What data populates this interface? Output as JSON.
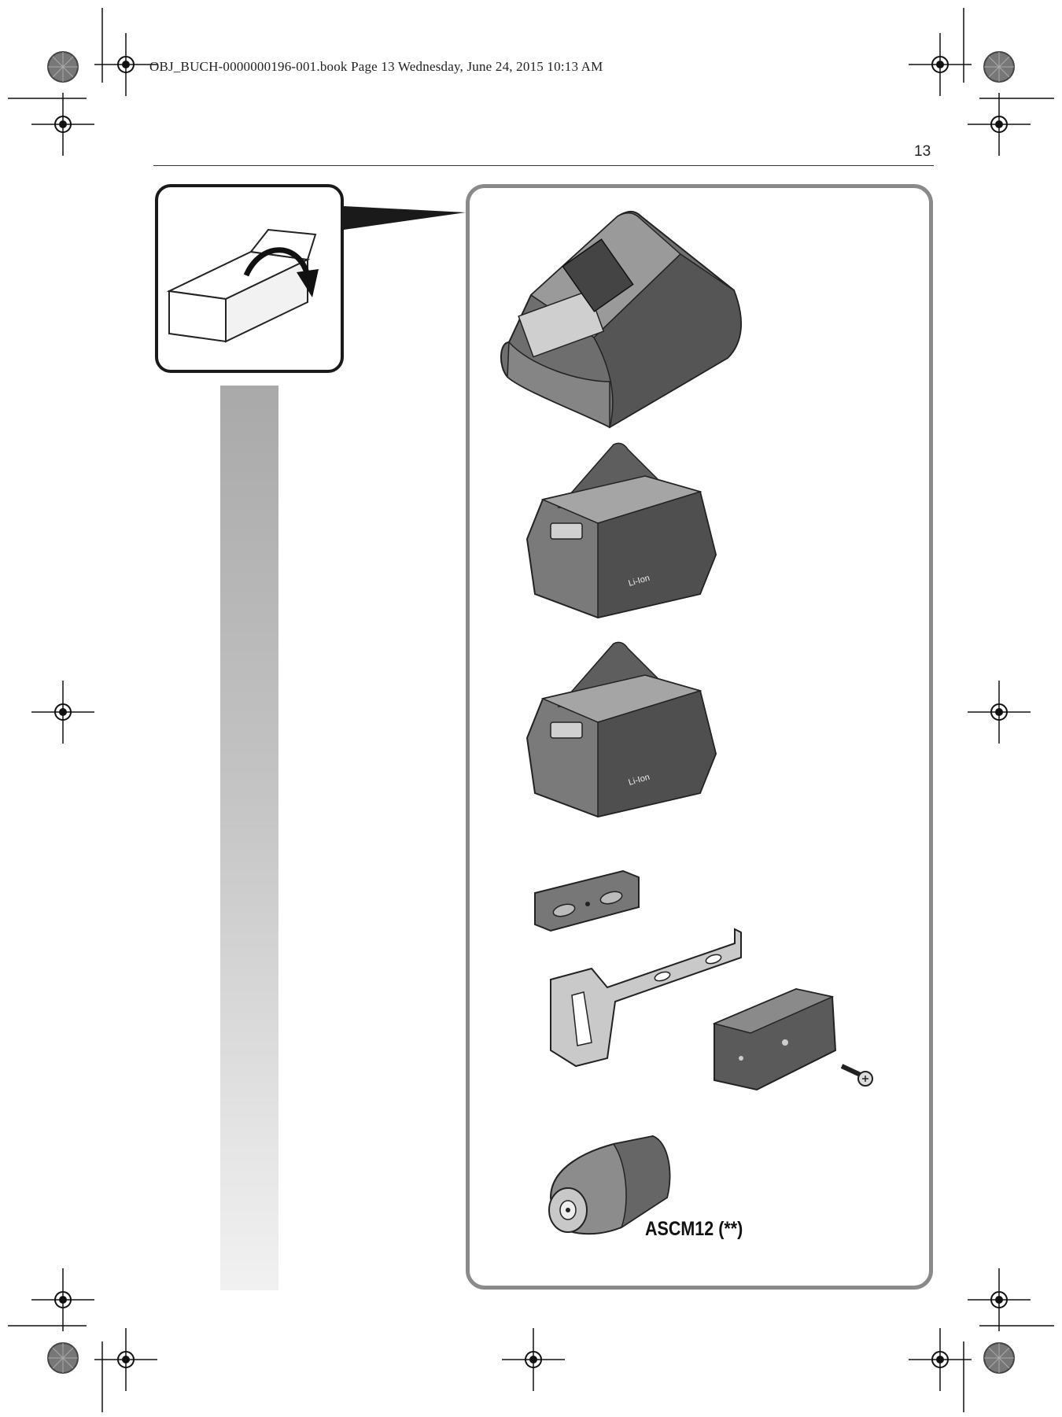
{
  "header": {
    "file_info": "OBJ_BUCH-0000000196-001.book  Page 13  Wednesday, June 24, 2015  10:13 AM"
  },
  "page": {
    "number": "13"
  },
  "items": [
    {
      "name": "charger",
      "label": ""
    },
    {
      "name": "battery-1",
      "label": "Li-Ion"
    },
    {
      "name": "battery-2",
      "label": "Li-Ion"
    },
    {
      "name": "mounting-kit",
      "label": ""
    },
    {
      "name": "drill-chuck",
      "label": "ASCM12 (**)"
    }
  ],
  "colors": {
    "panel_border": "#8a8a8a",
    "callout_border": "#1a1a1a",
    "gray_bar_top": "#a9a9a9",
    "gray_bar_bottom": "#f1f1f1"
  }
}
